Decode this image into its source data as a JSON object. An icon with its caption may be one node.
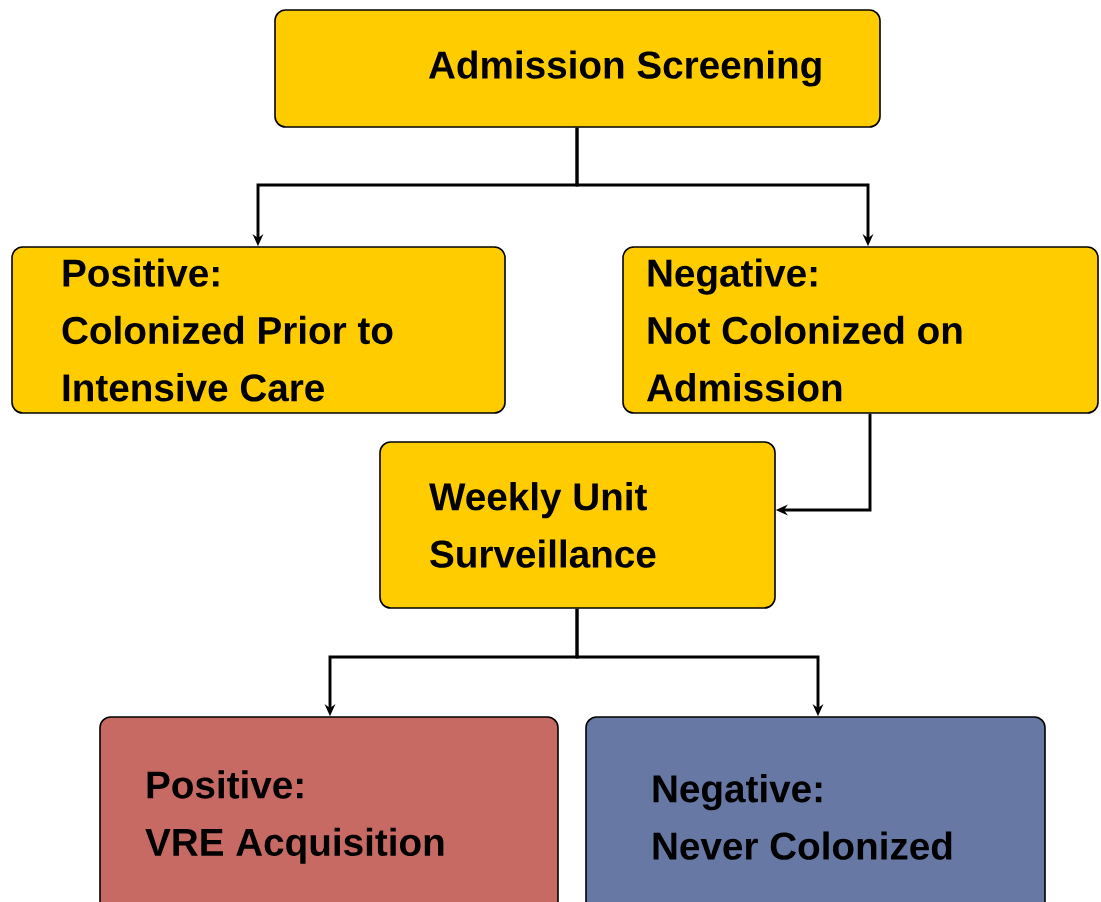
{
  "diagram": {
    "nodes": [
      {
        "text": [
          "Admission Screening"
        ]
      },
      {
        "text": [
          "Positive:",
          "Colonized Prior to Intensive Care"
        ]
      },
      {
        "text": [
          "Negative:",
          "Not Colonized on Admission"
        ]
      },
      {
        "text": [
          "Weekly Unit Surveillance"
        ]
      },
      {
        "text": [
          "Positive:",
          "VRE Acquisition"
        ]
      },
      {
        "text": [
          "Negative:",
          "Never Colonized"
        ]
      }
    ],
    "edges": [
      {
        "from": 0,
        "to": 1,
        "arrow": "to"
      },
      {
        "from": 0,
        "to": 2,
        "arrow": "to"
      },
      {
        "from": 2,
        "to": 3,
        "arrow": "to"
      },
      {
        "from": 3,
        "to": 4,
        "arrow": "to"
      },
      {
        "from": 3,
        "to": 5,
        "arrow": "to"
      }
    ]
  }
}
